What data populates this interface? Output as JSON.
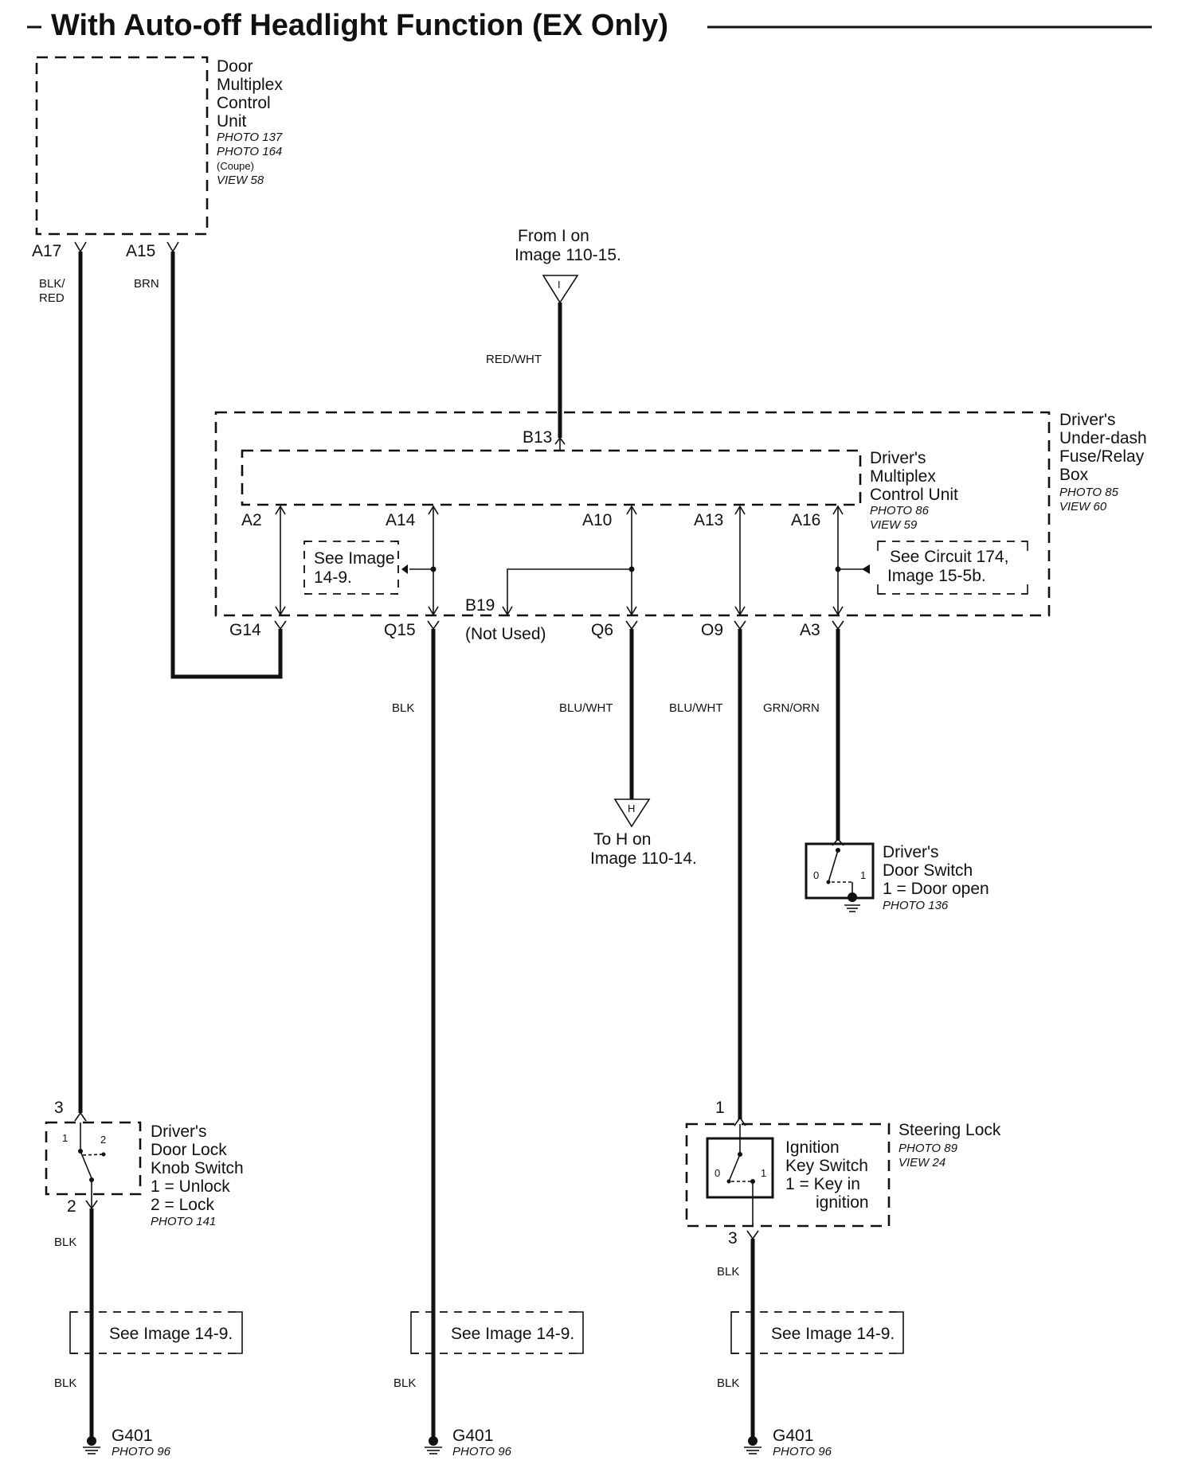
{
  "title": "With Auto-off Headlight Function (EX Only)",
  "colors": {
    "ink": "#111111",
    "background": "#ffffff"
  },
  "icons": [
    "ground-symbol",
    "connector-arrow",
    "switch-symbol",
    "offpage-connector-triangle"
  ],
  "door_multiplex_unit": {
    "name_lines": [
      "Door",
      "Multiplex",
      "Control",
      "Unit"
    ],
    "ref_lines": [
      "PHOTO 137",
      "PHOTO 164",
      "(Coupe)",
      "VIEW 58"
    ],
    "pins": [
      "A17",
      "A15"
    ]
  },
  "from_connector": {
    "letter": "I",
    "lines": [
      "From I on",
      "Image 110-15."
    ]
  },
  "to_connector": {
    "letter": "H",
    "lines": [
      "To H on",
      "Image 110-14."
    ]
  },
  "fuse_relay_box": {
    "name_lines": [
      "Driver's",
      "Under-dash",
      "Fuse/Relay",
      "Box"
    ],
    "ref_lines": [
      "PHOTO 85",
      "VIEW 60"
    ],
    "top_pin": "B13",
    "bottom_pins": [
      "G14",
      "Q15",
      "Q6",
      "O9",
      "A3"
    ],
    "b19_pin": "B19",
    "not_used": "(Not Used)"
  },
  "driver_multiplex_unit": {
    "name_lines": [
      "Driver's",
      "Multiplex",
      "Control Unit"
    ],
    "ref_lines": [
      "PHOTO 86",
      "VIEW 59"
    ],
    "pins": [
      "A2",
      "A14",
      "A10",
      "A13",
      "A16"
    ]
  },
  "refs": {
    "see_14_9_lines": [
      "See Image",
      "14-9."
    ],
    "see_circuit_lines": [
      "See Circuit 174,",
      "Image 15-5b."
    ],
    "see_14_9_inline": "See Image 14-9."
  },
  "wires": {
    "blk_red": [
      "BLK/",
      "RED"
    ],
    "brn": "BRN",
    "red_wht": "RED/WHT",
    "blk": "BLK",
    "blu_wht": "BLU/WHT",
    "grn_orn": "GRN/ORN"
  },
  "door_switch": {
    "name_lines": [
      "Driver's",
      "Door Switch",
      "1 = Door open"
    ],
    "ref": "PHOTO 136",
    "pos0": "0",
    "pos1": "1"
  },
  "knob_switch": {
    "name_lines": [
      "Driver's",
      "Door Lock",
      "Knob Switch",
      "1 = Unlock",
      "2 = Lock"
    ],
    "ref": "PHOTO 141",
    "pin_top": "3",
    "pin_bottom": "2",
    "pos1": "1",
    "pos2": "2"
  },
  "steering_lock": {
    "name": "Steering Lock",
    "ref_lines": [
      "PHOTO 89",
      "VIEW 24"
    ],
    "inner_lines": [
      "Ignition",
      "Key Switch",
      "1 = Key in",
      "ignition"
    ],
    "pin_top": "1",
    "pin_bottom": "3",
    "pos0": "0",
    "pos1": "1"
  },
  "ground": {
    "name": "G401",
    "ref": "PHOTO 96"
  }
}
